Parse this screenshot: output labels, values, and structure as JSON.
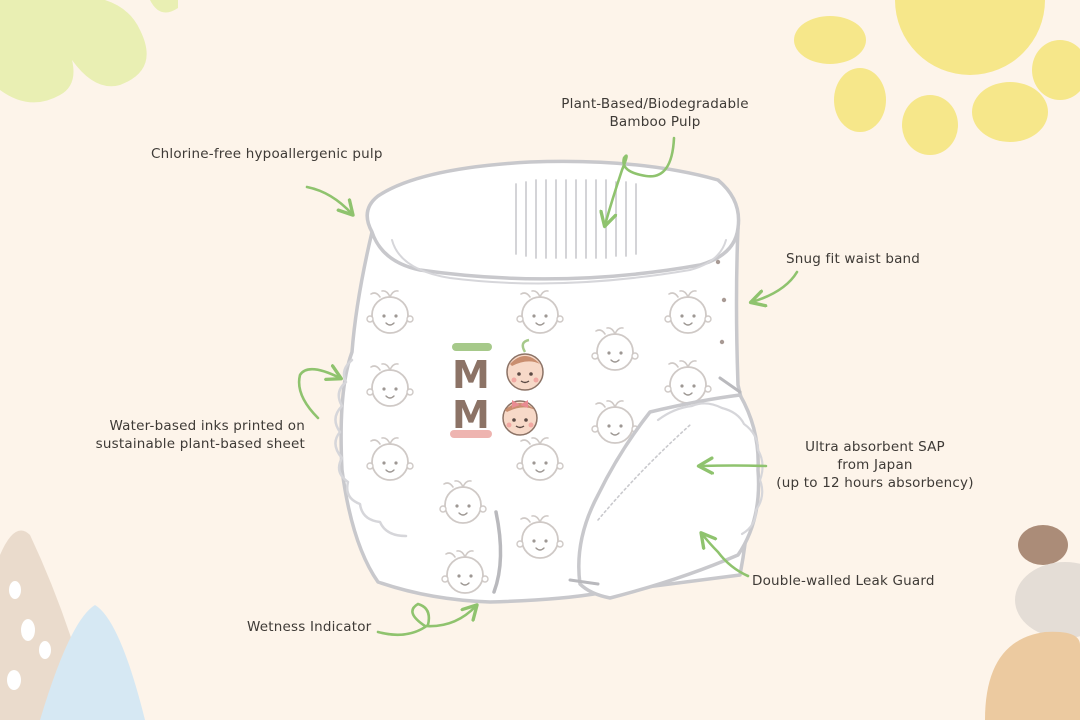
{
  "labels": {
    "bamboo_line1": "Plant-Based/Biodegradable",
    "bamboo_line2": "Bamboo Pulp",
    "chlorine": "Chlorine-free hypoallergenic pulp",
    "waistband": "Snug fit waist band",
    "inks_line1": "Water-based inks printed on",
    "inks_line2": "sustainable plant-based sheet",
    "sap_line1": "Ultra absorbent SAP",
    "sap_line2": "from Japan",
    "sap_line3": "(up to 12 hours absorbency)",
    "leakguard": "Double-walled Leak Guard",
    "wetness": "Wetness Indicator"
  },
  "logo": {
    "letters": "MM"
  },
  "colors": {
    "background": "#fdf4ea",
    "arrow": "#8fc36e",
    "outline": "#c8c8cc",
    "yellow": "#f6e78a",
    "green_leaf": "#e9efb3",
    "logo_brown": "#8c7366",
    "logo_green": "#a6c98a",
    "logo_pink": "#eeb4b0"
  }
}
